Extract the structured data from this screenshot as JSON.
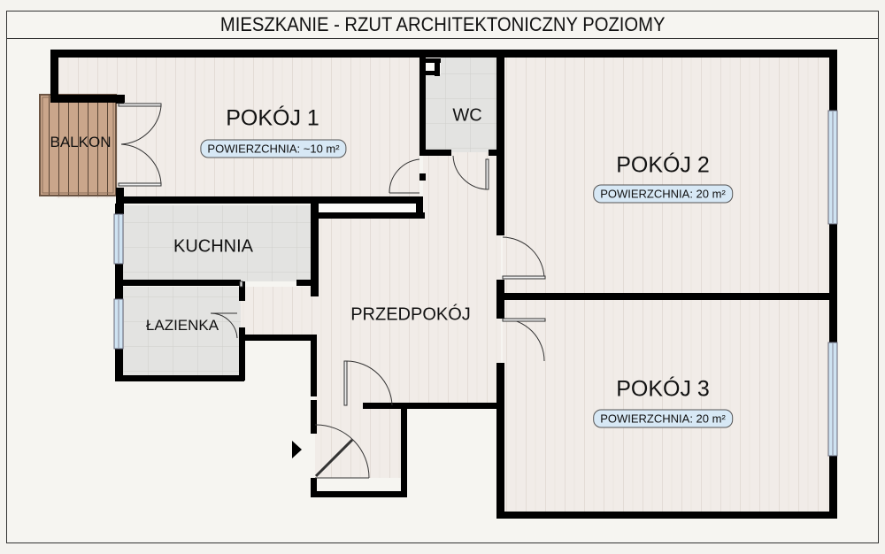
{
  "header": {
    "title": "MIESZKANIE - RZUT ARCHITEKTONICZNY POZIOMY"
  },
  "rooms": {
    "pokoj1": {
      "name": "POKÓJ 1",
      "area": "POWIERZCHNIA: ~10 m²"
    },
    "pokoj2": {
      "name": "POKÓJ 2",
      "area": "POWIERZCHNIA: 20 m²"
    },
    "pokoj3": {
      "name": "POKÓJ 3",
      "area": "POWIERZCHNIA: 20 m²"
    },
    "wc": {
      "name": "WC"
    },
    "balkon": {
      "name": "BALKON"
    },
    "kuchnia": {
      "name": "KUCHNIA"
    },
    "lazienka": {
      "name": "ŁAZIENKA"
    },
    "przedpokoj": {
      "name": "PRZEDPOKÓJ"
    }
  },
  "colors": {
    "wall": "#000000",
    "wood_floor": "#f1ece8",
    "tile_floor": "#e2e2e0",
    "balcony": "#c9a68a",
    "window": "#cfe3f2",
    "badge": "#d7e8f5"
  },
  "entrance": {
    "icon": "entrance-arrow-icon"
  }
}
